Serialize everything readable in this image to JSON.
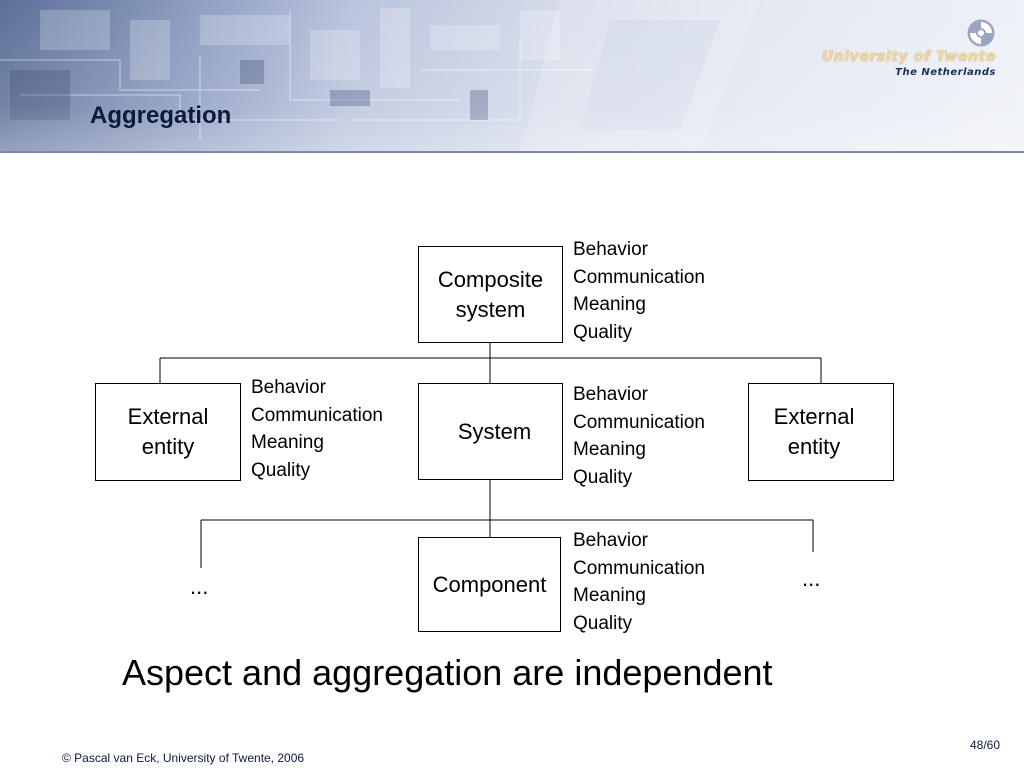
{
  "slide": {
    "title": "Aggregation",
    "logo": {
      "university": "University of Twente",
      "country": "The Netherlands"
    },
    "statement": "Aspect and aggregation are independent",
    "footer": {
      "copyright": "© Pascal van Eck, University of Twente, 2006",
      "page": "48/60"
    }
  },
  "diagram": {
    "composite": {
      "line1": "Composite",
      "line2": "system"
    },
    "external_left": {
      "line1": "External",
      "line2": "entity"
    },
    "system": {
      "label": "System"
    },
    "external_right": {
      "line1": "External",
      "line2": "entity"
    },
    "component": {
      "label": "Component"
    },
    "ellipsis_left": "...",
    "ellipsis_right": "...",
    "aspects": {
      "composite": [
        "Behavior",
        "Communication",
        "Meaning",
        "Quality"
      ],
      "external_left": [
        "Behavior",
        "Communication",
        "Meaning",
        "Quality"
      ],
      "system": [
        "Behavior",
        "Communication",
        "Meaning",
        "Quality"
      ],
      "component": [
        "Behavior",
        "Communication",
        "Meaning",
        "Quality"
      ]
    }
  }
}
